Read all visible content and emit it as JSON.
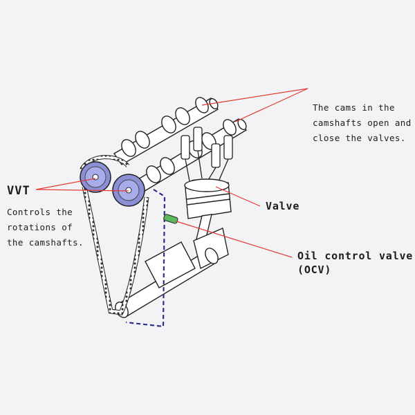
{
  "labels": {
    "cams": [
      "The cams in the",
      "camshafts open and",
      "close the valves."
    ],
    "vvt_title": "VVT",
    "vvt_desc": [
      "Controls the",
      "rotations of",
      "the camshafts."
    ],
    "valve": "Valve",
    "ocv": [
      "Oil control valve",
      "(OCV)"
    ]
  },
  "colors": {
    "background": "#f3f3f5",
    "callout_line": "#e53935",
    "vvt_gear": "#8b8fd6",
    "oil_path": "#2b2f8a",
    "ocv_body": "#5cb85c",
    "outline": "#222222"
  }
}
